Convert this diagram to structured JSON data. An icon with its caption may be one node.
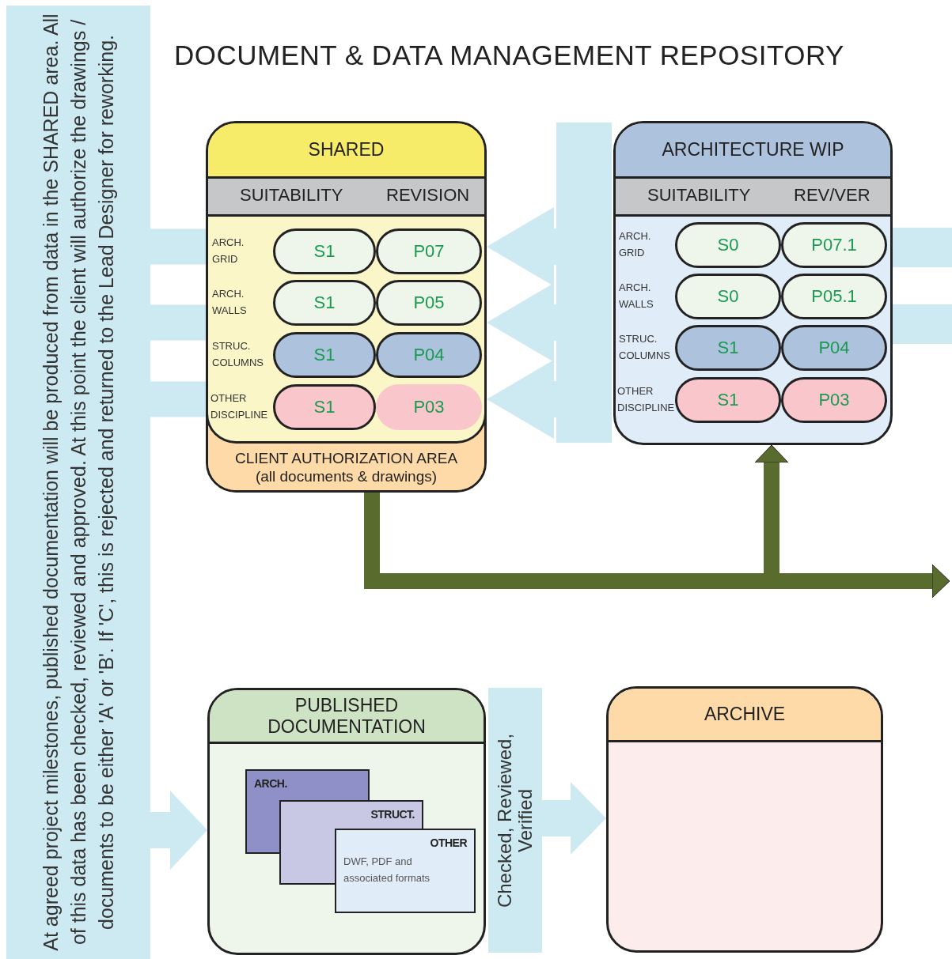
{
  "diagram": {
    "title": "DOCUMENT & DATA MANAGEMENT REPOSITORY",
    "nodes": [
      {
        "text": [
          "At agreed project milestones, published documentation will be produced from data in the SHARED area. All of this data has been checked, reviewed and approved. At this point the client will authorize the drawings / documents to be either 'A' or 'B'. If 'C', this is rejected and returned to the Lead Designer for reworking."
        ]
      },
      {
        "text": [
          "SHARED",
          "SUITABILITY",
          "REVISION"
        ]
      },
      {
        "text": [
          "S1"
        ],
        "in": 1
      },
      {
        "text": [
          "P07"
        ],
        "in": 1
      },
      {
        "text": [
          "S1"
        ],
        "in": 1
      },
      {
        "text": [
          "P05"
        ],
        "in": 1
      },
      {
        "text": [
          "S1"
        ],
        "in": 1
      },
      {
        "text": [
          "P04"
        ],
        "in": 1
      },
      {
        "text": [
          "S1"
        ],
        "in": 1
      },
      {
        "text": [
          "P03"
        ],
        "in": 1
      },
      {
        "text": [
          "CLIENT AUTHORIZATION AREA",
          "(all documents & drawings)"
        ],
        "in": 1
      },
      {
        "text": [
          "ARCHITECTURE WIP",
          "SUITABILITY",
          "REV/VER"
        ]
      },
      {
        "text": [
          "S0"
        ],
        "in": 11
      },
      {
        "text": [
          "P07.1"
        ],
        "in": 11
      },
      {
        "text": [
          "S0"
        ],
        "in": 11
      },
      {
        "text": [
          "P05.1"
        ],
        "in": 11
      },
      {
        "text": [
          "S1"
        ],
        "in": 11
      },
      {
        "text": [
          "P04"
        ],
        "in": 11
      },
      {
        "text": [
          "S1"
        ],
        "in": 11
      },
      {
        "text": [
          "P03"
        ],
        "in": 11
      },
      {
        "text": [
          "PUBLISHED DOCUMENTATION"
        ]
      },
      {
        "text": [
          "ARCH."
        ],
        "in": 20
      },
      {
        "text": [
          "STRUCT."
        ],
        "in": 20
      },
      {
        "text": [
          "OTHER",
          "DWF, PDF and associated formats"
        ],
        "in": 20
      },
      {
        "text": [
          "Checked, Reviewed, Verified"
        ]
      },
      {
        "text": [
          "ARCHIVE"
        ]
      },
      {
        "text": [],
        "shape": "bar"
      }
    ],
    "edges": [
      {
        "from": 0,
        "to": 1,
        "arrow": "none"
      },
      {
        "from": 0,
        "to": 1,
        "arrow": "none"
      },
      {
        "from": 0,
        "to": 1,
        "arrow": "none"
      },
      {
        "from": 26,
        "to": 1,
        "arrow": "to"
      },
      {
        "from": 26,
        "to": 1,
        "arrow": "to"
      },
      {
        "from": 26,
        "to": 1,
        "arrow": "to"
      },
      {
        "from": null,
        "to": 11,
        "arrow": "none"
      },
      {
        "from": null,
        "to": 11,
        "arrow": "none"
      },
      {
        "from": 1,
        "to": 11,
        "arrow": "to",
        "color": "#5a6b2e"
      },
      {
        "from": 1,
        "to": null,
        "arrow": "to",
        "color": "#5a6b2e"
      },
      {
        "from": 0,
        "to": 20,
        "arrow": "to"
      },
      {
        "from": 24,
        "to": 25,
        "arrow": "to"
      }
    ],
    "labels": [
      "ARCH. GRID",
      "ARCH. WALLS",
      "STRUC. COLUMNS",
      "OTHER DISCIPLINE",
      "ARCH. GRID",
      "ARCH. WALLS",
      "STRUC. COLUMNS",
      "OTHER DISCIPLINE"
    ]
  }
}
